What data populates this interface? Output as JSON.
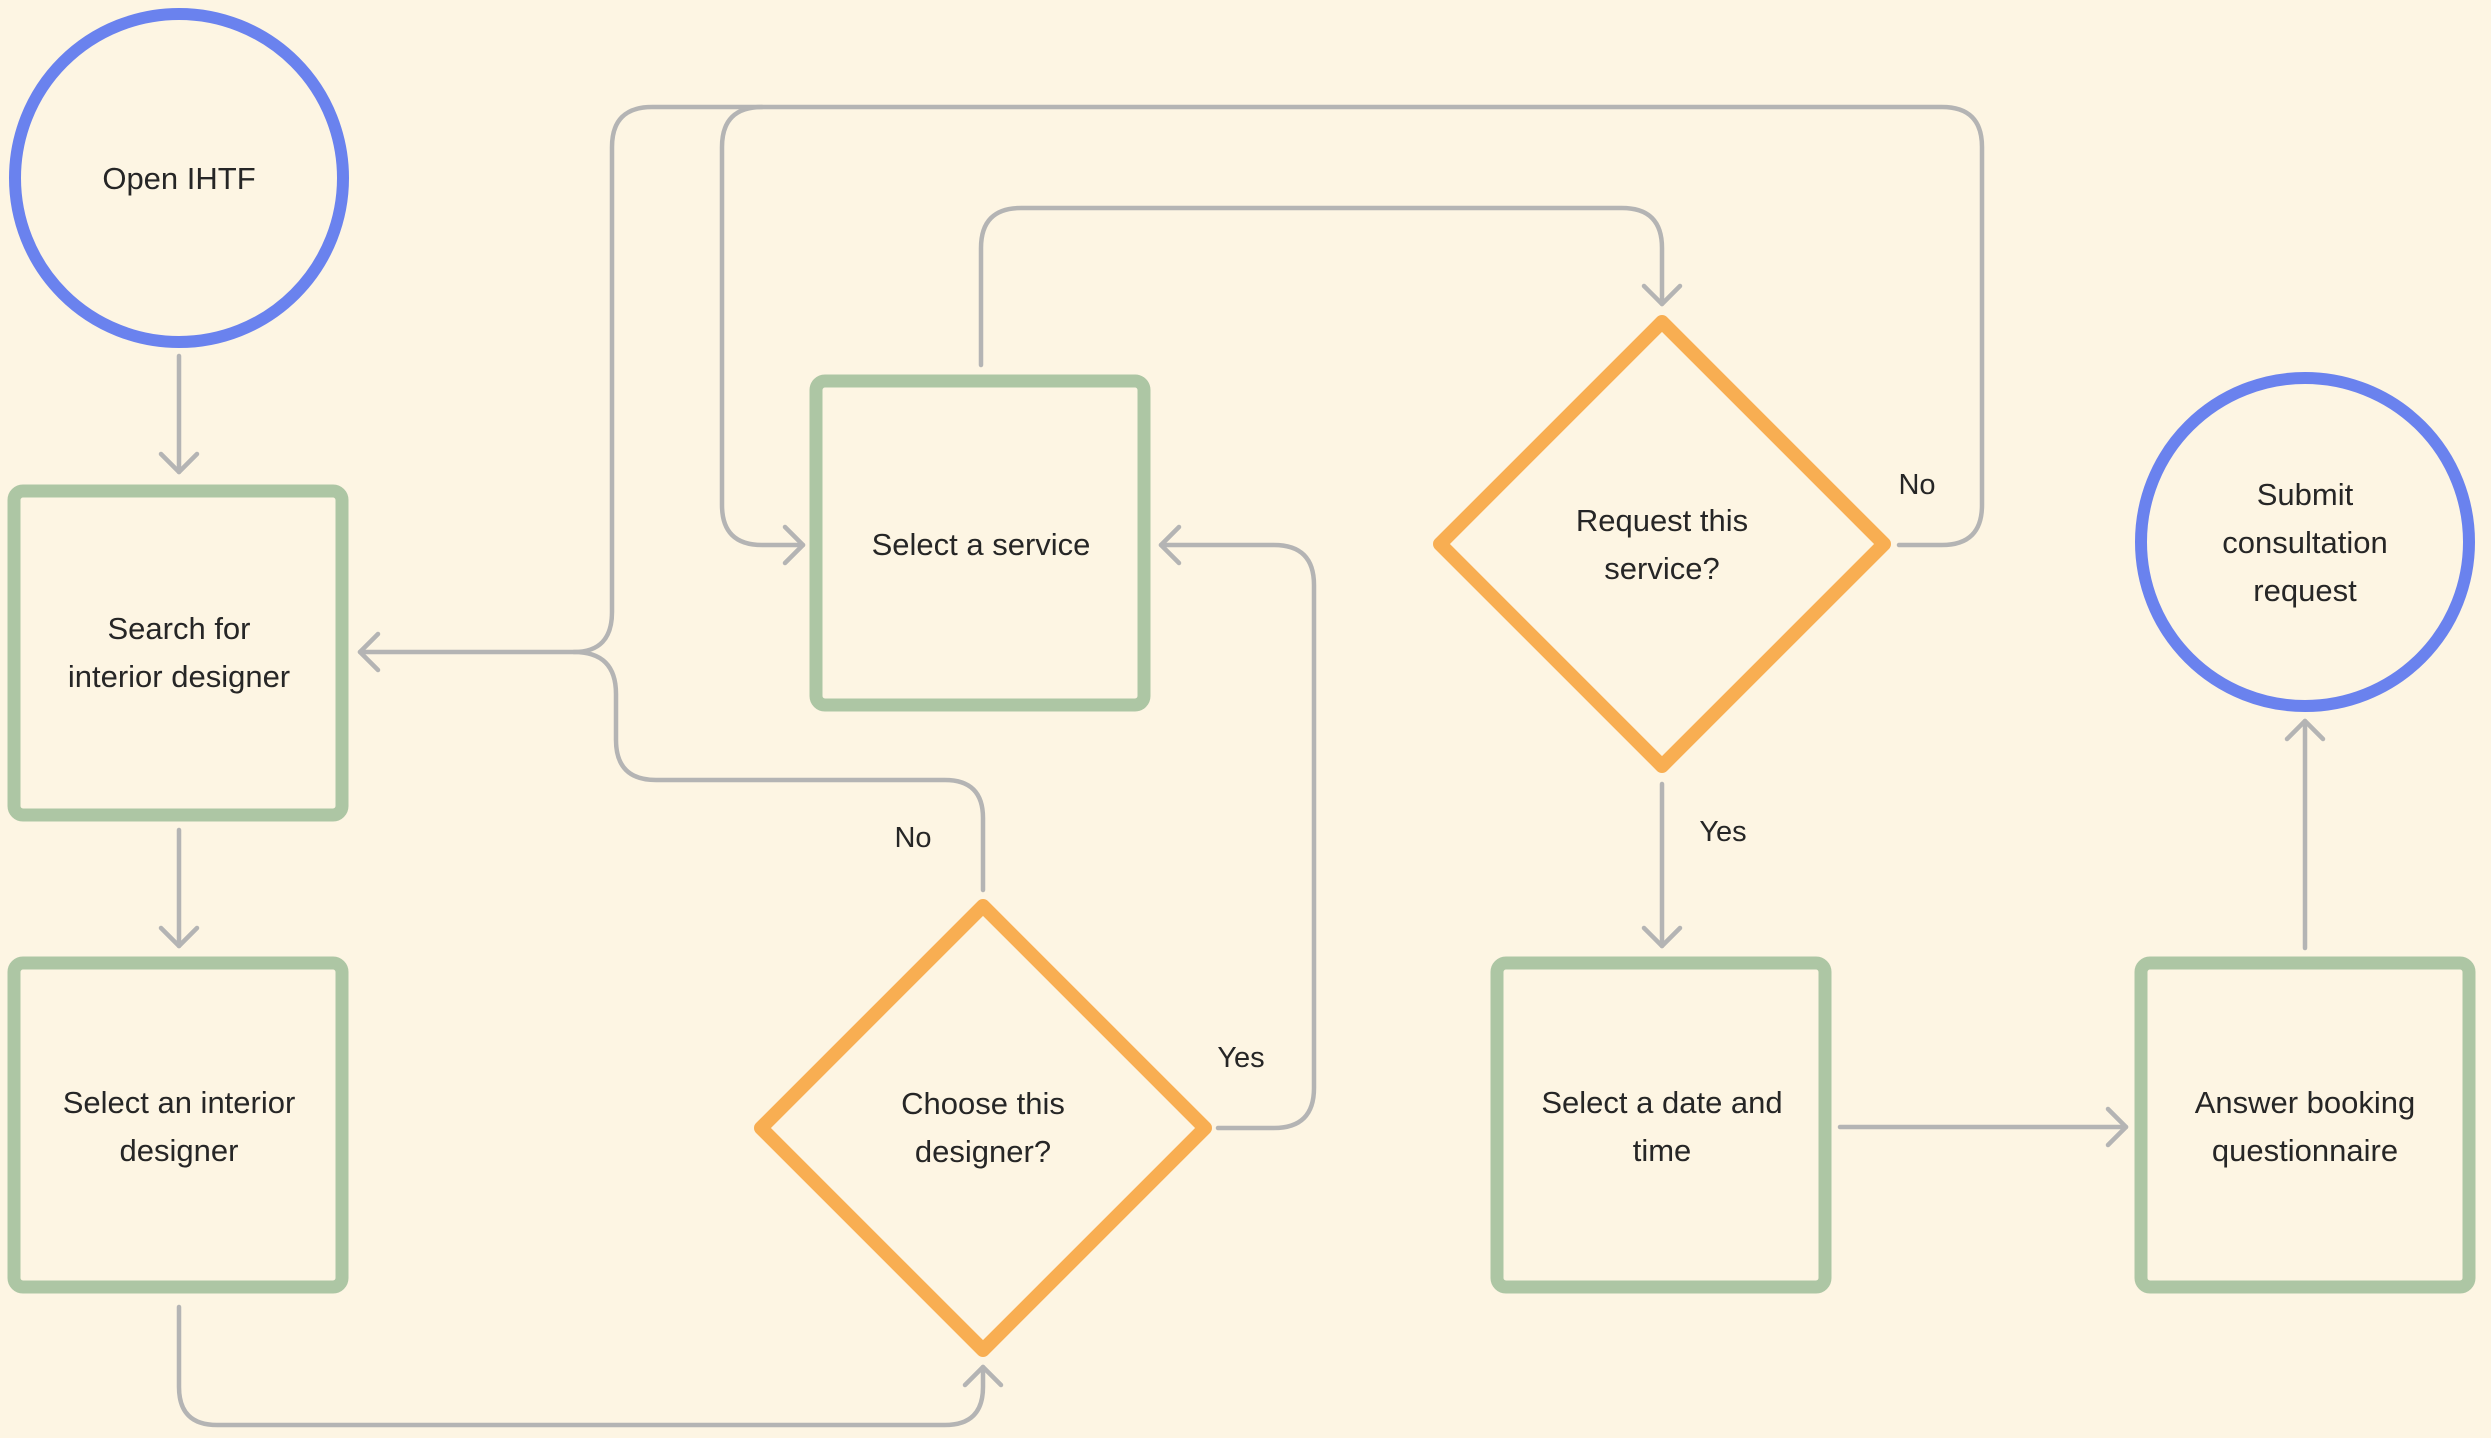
{
  "colors": {
    "background": "#fdf5e3",
    "terminal": "#6a82ee",
    "process": "#adc6a4",
    "decision": "#f8ae52",
    "connector": "#b4b4b4",
    "text": "#262626"
  },
  "nodes": {
    "open": {
      "lines": [
        "Open IHTF"
      ]
    },
    "search": {
      "lines": [
        "Search for",
        "interior designer"
      ]
    },
    "select_designer": {
      "lines": [
        "Select an interior",
        "designer"
      ]
    },
    "choose": {
      "lines": [
        "Choose this",
        "designer?"
      ]
    },
    "service": {
      "lines": [
        "Select a service"
      ]
    },
    "request": {
      "lines": [
        "Request this",
        "service?"
      ]
    },
    "datetime": {
      "lines": [
        "Select a date and",
        "time"
      ]
    },
    "questionnaire": {
      "lines": [
        "Answer booking",
        "questionnaire"
      ]
    },
    "submit": {
      "lines": [
        "Submit",
        "consultation",
        "request"
      ]
    }
  },
  "edge_labels": {
    "choose_no": "No",
    "choose_yes": "Yes",
    "request_no": "No",
    "request_yes": "Yes"
  }
}
